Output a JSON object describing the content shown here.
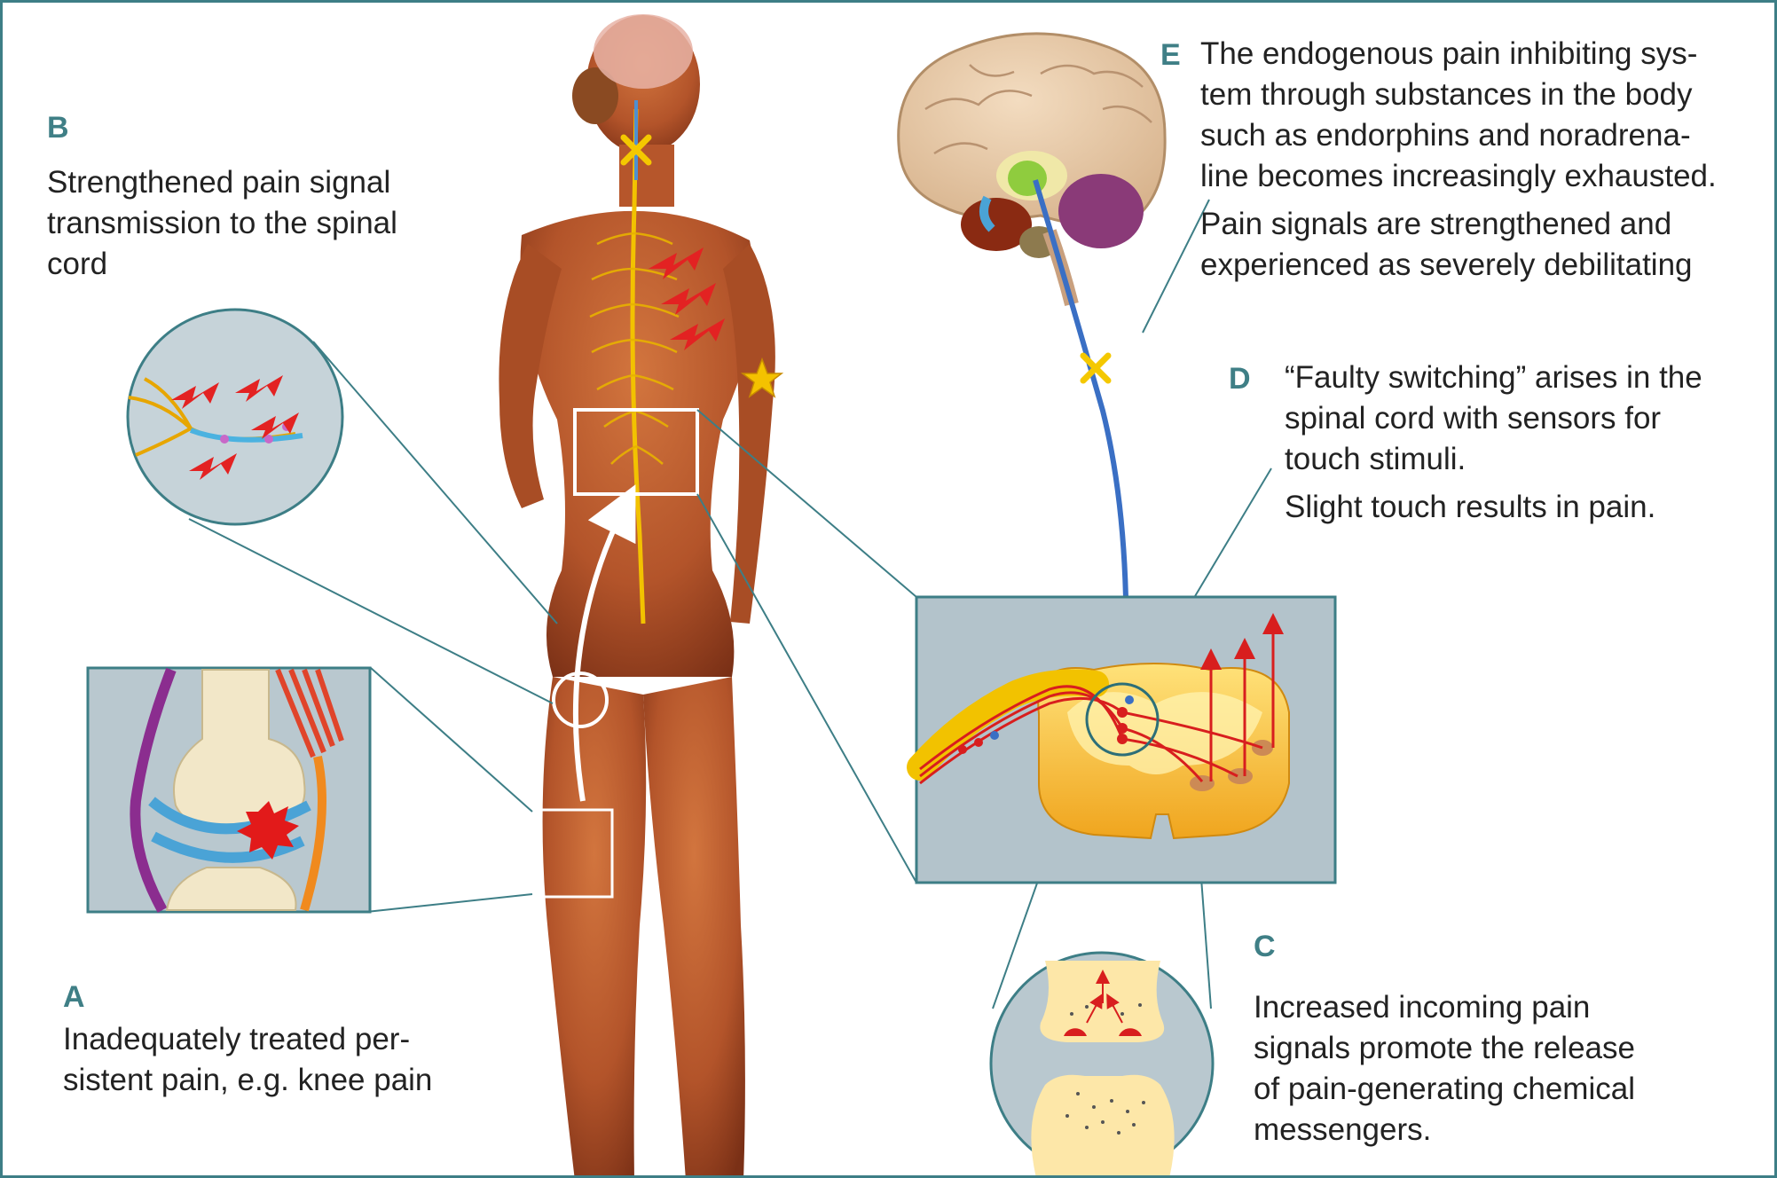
{
  "labels": {
    "a": {
      "letter": "A",
      "lines": [
        "Inadequately treated per-",
        "sistent pain, e.g. knee pain"
      ]
    },
    "b": {
      "letter": "B",
      "lines": [
        "Strengthened pain signal",
        "transmission to the spinal",
        "cord"
      ]
    },
    "c": {
      "letter": "C",
      "lines": [
        "Increased incoming pain",
        "signals promote the release",
        "of pain-generating chemical",
        "messengers."
      ]
    },
    "d": {
      "letter": "D",
      "lines": [
        "“Faulty switching” arises in the",
        "spinal cord with sensors for",
        "touch stimuli."
      ],
      "note": "Slight touch results in pain."
    },
    "e": {
      "letter": "E",
      "lines": [
        "The endogenous pain inhibiting sys-",
        "tem through substances in the body",
        "such as endorphins and noradrena-",
        "line becomes increasingly exhausted."
      ],
      "note_lines": [
        "Pain signals are strengthened and",
        "experienced as severely debilitating"
      ]
    }
  },
  "colors": {
    "accent": "#3f7f86",
    "text": "#222222",
    "inset_bg": "#b3c3cb",
    "pain_signal": "#e32222",
    "nerve": "#f2c200",
    "skin": "#b9582c",
    "descending_pathway": "#3a6fc4",
    "block_marker": "#f4c800"
  }
}
